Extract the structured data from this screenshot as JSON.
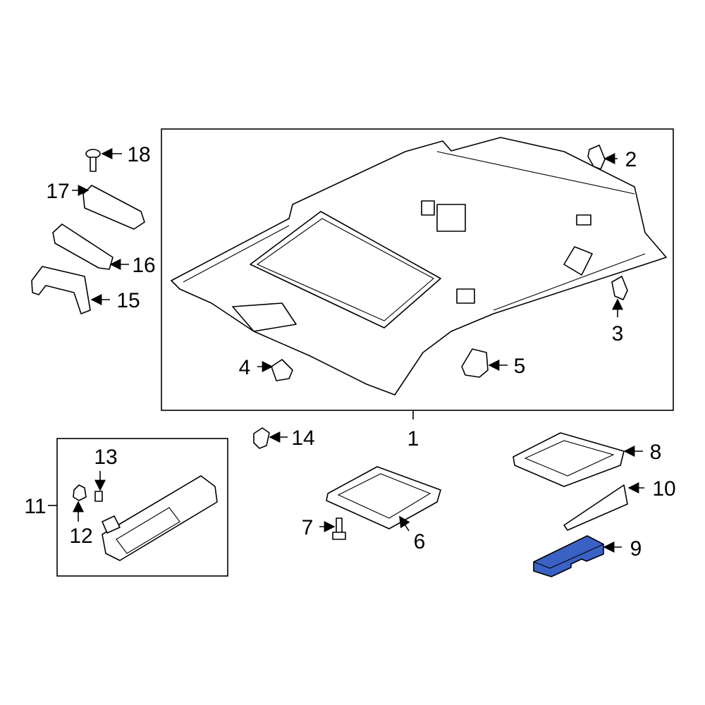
{
  "diagram": {
    "highlight_color": "#3a62c4",
    "callouts": [
      {
        "number": "1"
      },
      {
        "number": "2"
      },
      {
        "number": "3"
      },
      {
        "number": "4"
      },
      {
        "number": "5"
      },
      {
        "number": "6"
      },
      {
        "number": "7"
      },
      {
        "number": "8"
      },
      {
        "number": "9",
        "highlighted": true
      },
      {
        "number": "10"
      },
      {
        "number": "11"
      },
      {
        "number": "12"
      },
      {
        "number": "13"
      },
      {
        "number": "14"
      },
      {
        "number": "15"
      },
      {
        "number": "16"
      },
      {
        "number": "17"
      },
      {
        "number": "18"
      }
    ]
  }
}
